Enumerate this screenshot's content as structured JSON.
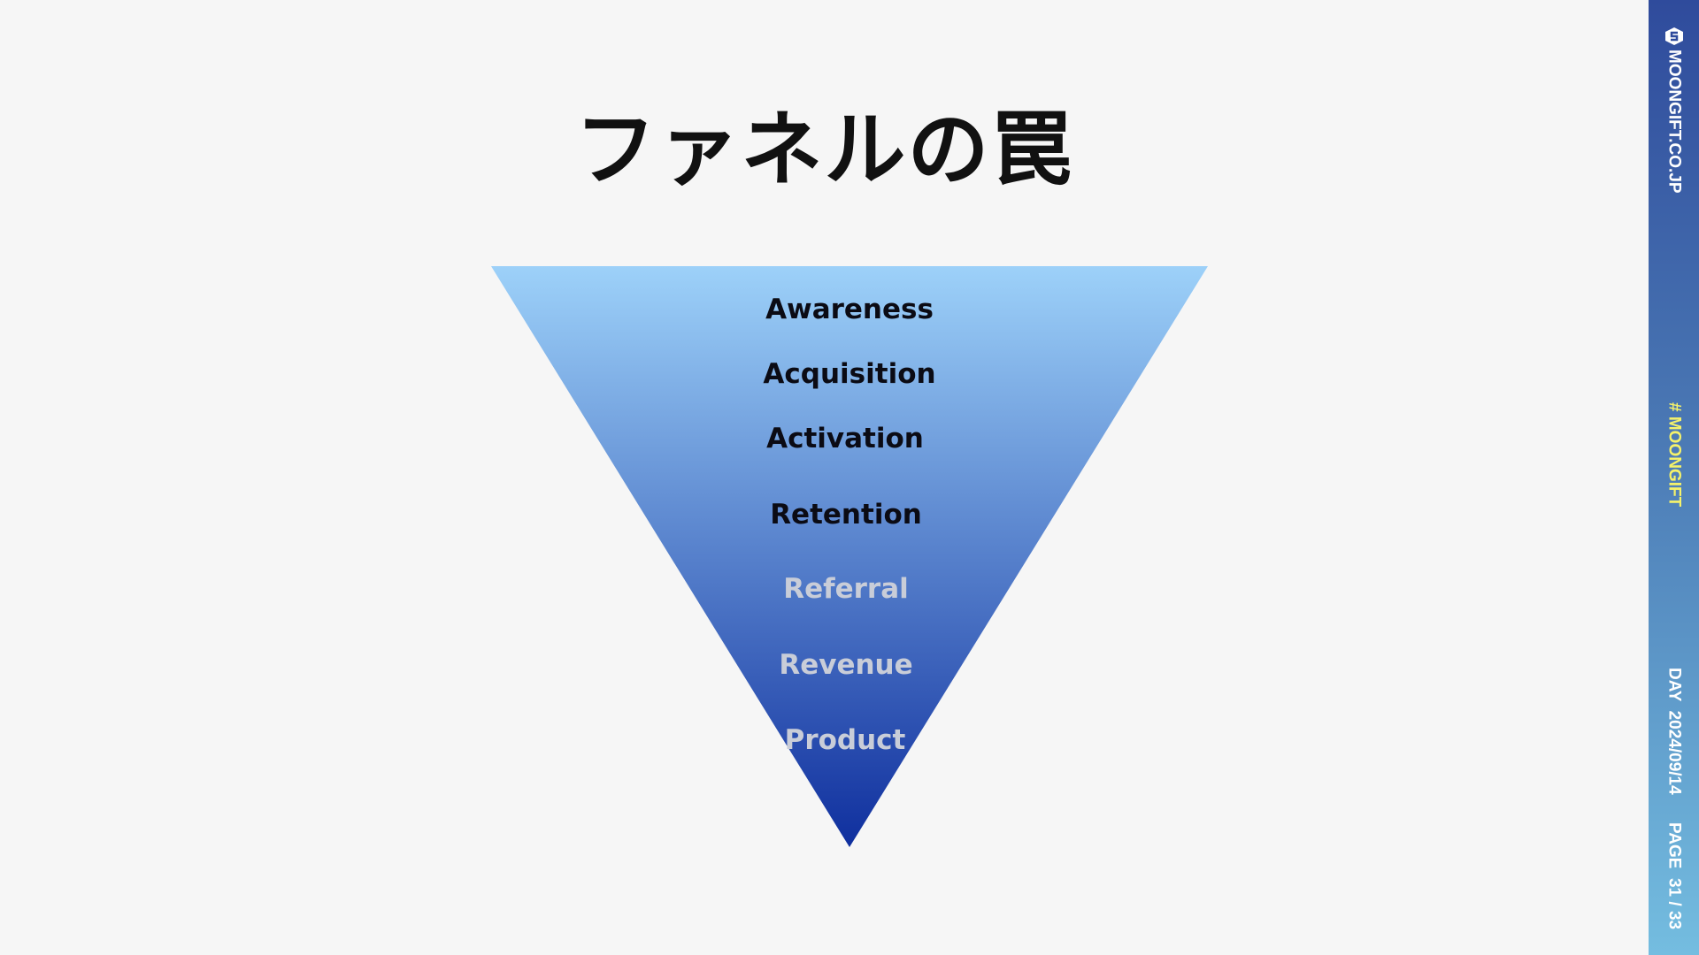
{
  "title": "ファネルの罠",
  "funnel": {
    "colors": {
      "top": "#9dd1f9",
      "bottom": "#0f2f9e"
    },
    "stages": [
      {
        "label": "Awareness",
        "emphasis": "dark"
      },
      {
        "label": "Acquisition",
        "emphasis": "dark"
      },
      {
        "label": "Activation",
        "emphasis": "dark"
      },
      {
        "label": "Retention",
        "emphasis": "dark"
      },
      {
        "label": "Referral",
        "emphasis": "light"
      },
      {
        "label": "Revenue",
        "emphasis": "light"
      },
      {
        "label": "Product",
        "emphasis": "light"
      }
    ]
  },
  "sidebar": {
    "site": "MOONGIFT.CO.JP",
    "hashtag": "# MOONGIFT",
    "day": "DAY  2024/09/14",
    "page": "PAGE  31 / 33",
    "hashtag_color": "#f5f26a"
  }
}
